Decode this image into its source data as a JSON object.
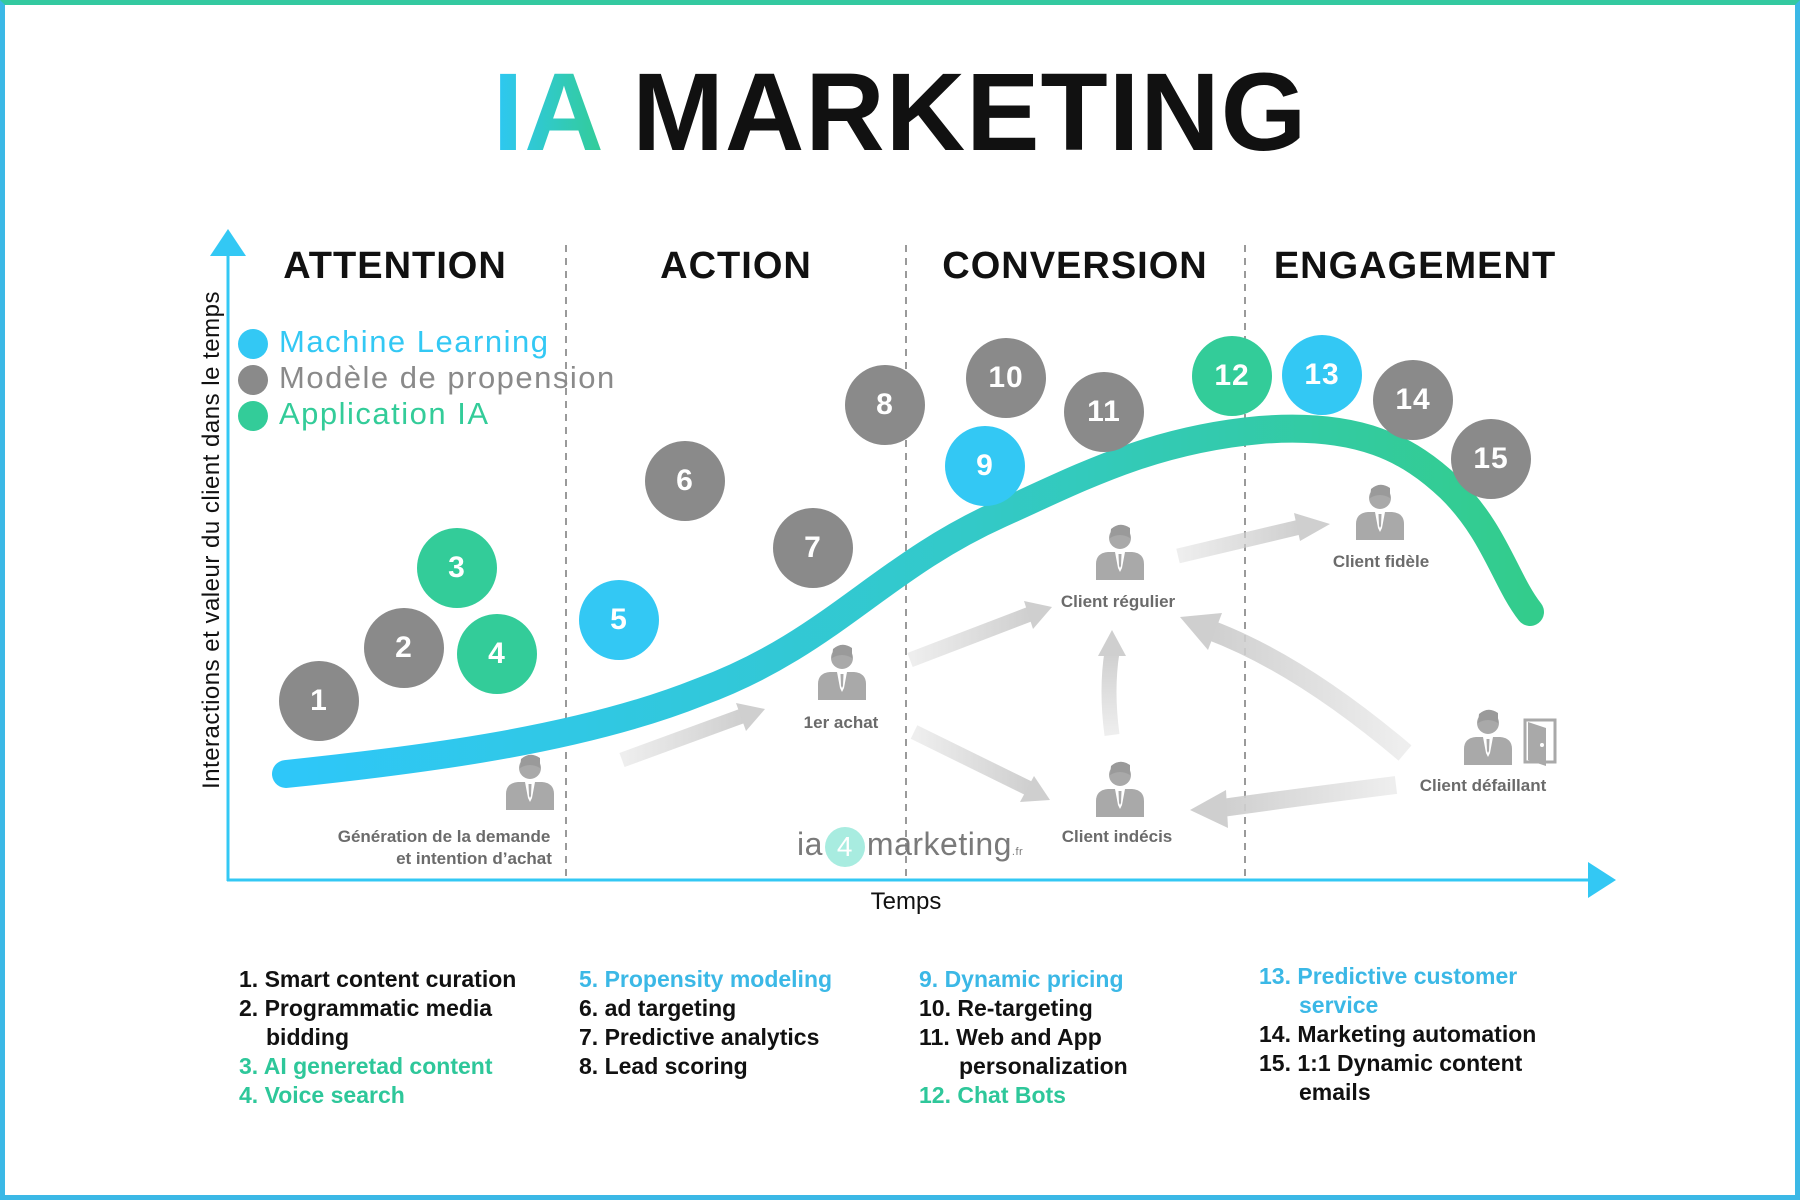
{
  "title": {
    "part1": "IA",
    "part2": "MARKETING"
  },
  "phases": [
    "ATTENTION",
    "ACTION",
    "CONVERSION",
    "ENGAGEMENT"
  ],
  "legend": [
    {
      "label": "Machine Learning",
      "color": "#33c8f4"
    },
    {
      "label": "Modèle de propension",
      "color": "#8a8a8a"
    },
    {
      "label": "Application IA",
      "color": "#33cc99"
    }
  ],
  "axes": {
    "y_label": "Interactions et valeur du client dans le temps",
    "x_label": "Temps"
  },
  "circles": [
    "1",
    "2",
    "3",
    "4",
    "5",
    "6",
    "7",
    "8",
    "9",
    "10",
    "11",
    "12",
    "13",
    "14",
    "15"
  ],
  "customer_labels": {
    "generation_line1": "Génération de la demande",
    "generation_line2": "et intention d’achat",
    "first_purchase": "1er achat",
    "regular": "Client régulier",
    "undecided": "Client indécis",
    "loyal": "Client fidèle",
    "defaulting": "Client défaillant"
  },
  "watermark": {
    "left": "ia",
    "digit": "4",
    "right": "marketing",
    "suffix": ".fr"
  },
  "lists": {
    "col1": [
      {
        "text": "1. Smart content curation",
        "kind": "normal"
      },
      {
        "text": "2. Programmatic media",
        "kind": "normal"
      },
      {
        "text": "bidding",
        "kind": "normal"
      },
      {
        "text": "3. AI generetad content",
        "kind": "ai"
      },
      {
        "text": "4. Voice search",
        "kind": "ai"
      }
    ],
    "col2": [
      {
        "text": "5. Propensity modeling",
        "kind": "ml"
      },
      {
        "text": "6. ad targeting",
        "kind": "normal"
      },
      {
        "text": "7. Predictive analytics",
        "kind": "normal"
      },
      {
        "text": "8. Lead scoring",
        "kind": "normal"
      }
    ],
    "col3": [
      {
        "text": "9. Dynamic pricing",
        "kind": "ml"
      },
      {
        "text": "10. Re-targeting",
        "kind": "normal"
      },
      {
        "text": "11. Web and App",
        "kind": "normal"
      },
      {
        "text": "personalization",
        "kind": "normal"
      },
      {
        "text": "12. Chat Bots",
        "kind": "ai"
      }
    ],
    "col4": [
      {
        "text": "13. Predictive customer",
        "kind": "ml"
      },
      {
        "text": "service",
        "kind": "ml"
      },
      {
        "text": "14. Marketing automation",
        "kind": "normal"
      },
      {
        "text": "15. 1:1 Dynamic content",
        "kind": "normal"
      },
      {
        "text": "emails",
        "kind": "normal"
      }
    ]
  }
}
